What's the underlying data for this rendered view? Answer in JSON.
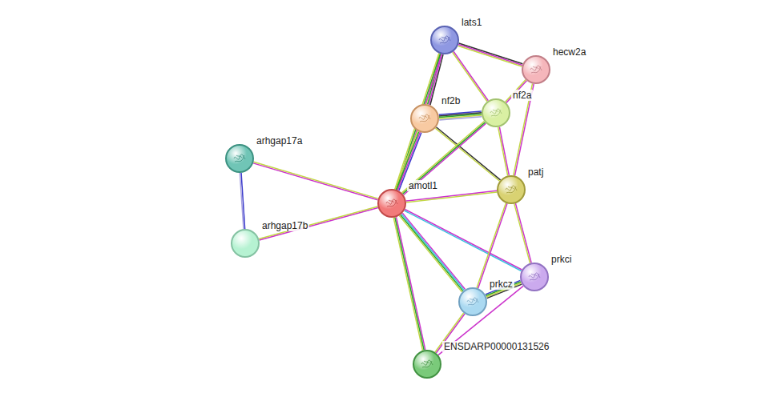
{
  "diagram": {
    "nodes": [
      {
        "text": [
          "lats1"
        ]
      },
      {
        "text": [
          "hecw2a"
        ]
      },
      {
        "text": [
          "nf2b"
        ]
      },
      {
        "text": [
          "nf2a"
        ]
      },
      {
        "text": [
          "arhgap17a"
        ]
      },
      {
        "text": [
          "amotl1"
        ]
      },
      {
        "text": [
          "patj"
        ]
      },
      {
        "text": [
          "arhgap17b"
        ]
      },
      {
        "text": [
          "prkci"
        ]
      },
      {
        "text": [
          "prkcz"
        ]
      },
      {
        "text": [
          "ENSDARP00000131526"
        ]
      }
    ],
    "edges": [
      {
        "from": 0,
        "to": 2,
        "arrow": "none"
      },
      {
        "from": 0,
        "to": 3,
        "arrow": "none"
      },
      {
        "from": 0,
        "to": 1,
        "arrow": "none"
      },
      {
        "from": 0,
        "to": 5,
        "arrow": "none"
      },
      {
        "from": 1,
        "to": 3,
        "arrow": "none"
      },
      {
        "from": 1,
        "to": 6,
        "arrow": "none"
      },
      {
        "from": 2,
        "to": 3,
        "arrow": "none"
      },
      {
        "from": 2,
        "to": 5,
        "arrow": "none"
      },
      {
        "from": 2,
        "to": 6,
        "arrow": "none"
      },
      {
        "from": 3,
        "to": 5,
        "arrow": "none"
      },
      {
        "from": 3,
        "to": 6,
        "arrow": "none"
      },
      {
        "from": 5,
        "to": 6,
        "arrow": "none"
      },
      {
        "from": 5,
        "to": 4,
        "arrow": "none"
      },
      {
        "from": 5,
        "to": 7,
        "arrow": "none"
      },
      {
        "from": 4,
        "to": 7,
        "arrow": "none"
      },
      {
        "from": 5,
        "to": 8,
        "arrow": "none"
      },
      {
        "from": 5,
        "to": 9,
        "arrow": "none"
      },
      {
        "from": 5,
        "to": 10,
        "arrow": "none"
      },
      {
        "from": 6,
        "to": 9,
        "arrow": "none"
      },
      {
        "from": 6,
        "to": 8,
        "arrow": "none"
      },
      {
        "from": 9,
        "to": 8,
        "arrow": "none"
      },
      {
        "from": 9,
        "to": 10,
        "arrow": "none"
      },
      {
        "from": 8,
        "to": 10,
        "arrow": "none"
      }
    ]
  }
}
